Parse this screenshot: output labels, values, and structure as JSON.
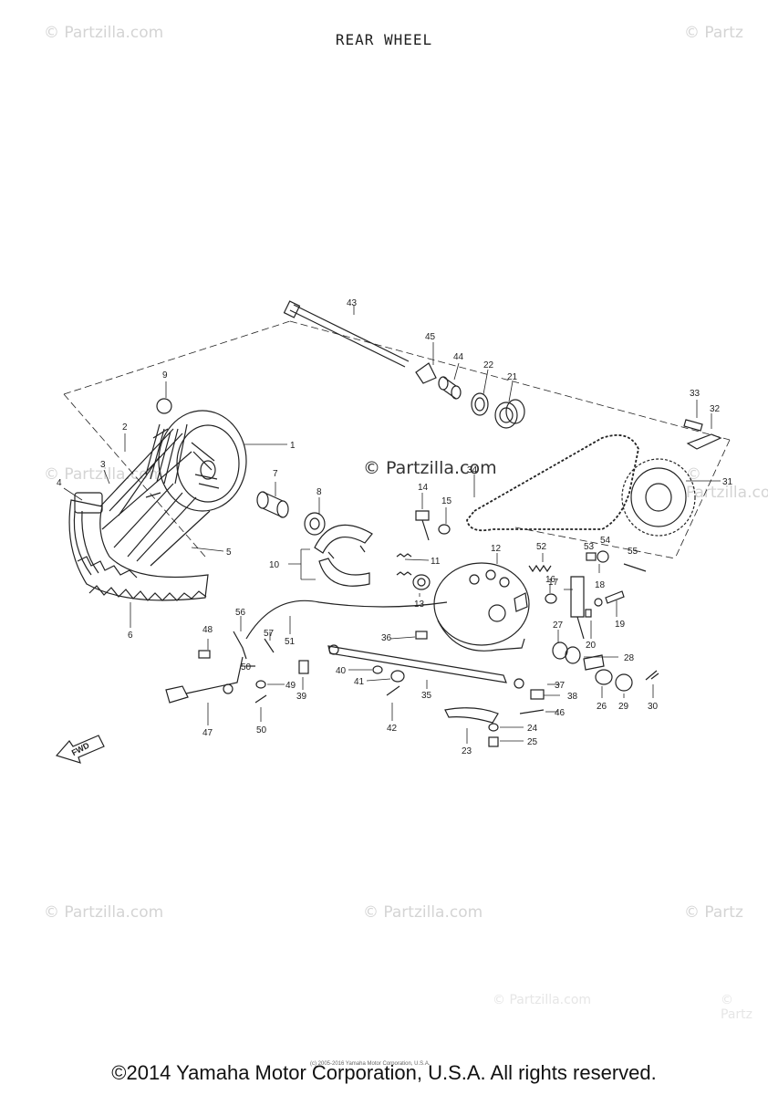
{
  "title": "REAR  WHEEL",
  "watermarks": {
    "wm1": "© Partzilla.com",
    "wm2": "© Partz",
    "wm3": "© Partzilla.com",
    "wm4": "© Partzilla.com",
    "wm5": "© Partzilla.com",
    "wm6": "© Partzilla.com",
    "wm7": "© Partz",
    "wm8": "© Partzilla.com",
    "wm9": "© Partz"
  },
  "center_watermark": "© Partzilla.com",
  "fwd_label": "FWD",
  "tiny_text": "(c) 2005-2016 Yamaha Motor Corporation, U.S.A.",
  "copyright": "©2014 Yamaha Motor Corporation, U.S.A. All rights reserved.",
  "callouts": {
    "c1": "1",
    "c2": "2",
    "c3": "3",
    "c4": "4",
    "c5": "5",
    "c6": "6",
    "c7": "7",
    "c8": "8",
    "c9": "9",
    "c10": "10",
    "c11": "11",
    "c12": "12",
    "c13": "13",
    "c14": "14",
    "c15": "15",
    "c16": "16",
    "c17": "17",
    "c18": "18",
    "c19": "19",
    "c20": "20",
    "c21": "21",
    "c22": "22",
    "c23": "23",
    "c24": "24",
    "c25": "25",
    "c26": "26",
    "c27": "27",
    "c28": "28",
    "c29": "29",
    "c30": "30",
    "c31": "31",
    "c32": "32",
    "c33": "33",
    "c34": "34",
    "c35": "35",
    "c36": "36",
    "c37": "37",
    "c38": "38",
    "c39": "39",
    "c40": "40",
    "c41": "41",
    "c42": "42",
    "c43": "43",
    "c44": "44",
    "c45": "45",
    "c46": "46",
    "c47": "47",
    "c48": "48",
    "c49": "49",
    "c50a": "50",
    "c50b": "50",
    "c51": "51",
    "c52": "52",
    "c53": "53",
    "c54": "54",
    "c55": "55",
    "c56": "56",
    "c57": "57"
  }
}
